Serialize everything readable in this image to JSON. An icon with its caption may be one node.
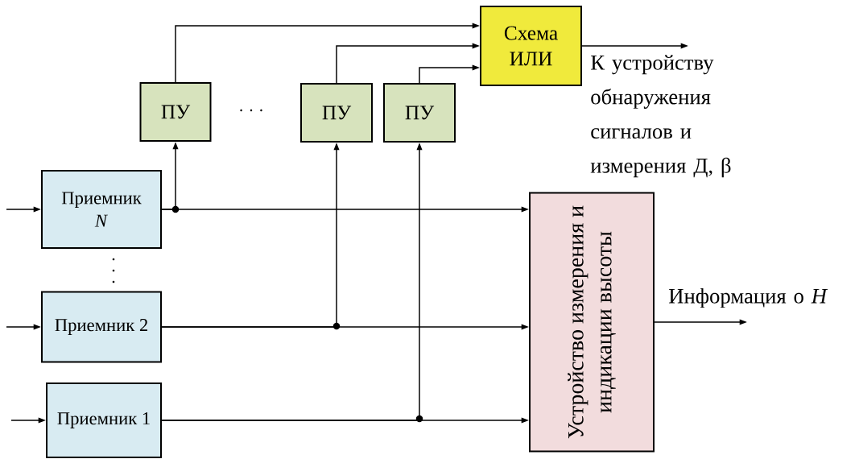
{
  "diagram": {
    "nodes": [
      {
        "text": [
          "Схема ИЛИ"
        ]
      },
      {
        "text": [
          "ПУ"
        ]
      },
      {
        "text": [
          "ПУ"
        ]
      },
      {
        "text": [
          "ПУ"
        ]
      },
      {
        "text": [
          "Приемник *N*"
        ]
      },
      {
        "text": [
          "Приемник 2"
        ]
      },
      {
        "text": [
          "Приемник 1"
        ]
      },
      {
        "text": [
          "Устройство измерения и индикации высоты"
        ]
      }
    ],
    "edges": [
      {
        "from": null,
        "to": 4,
        "arrow": "to"
      },
      {
        "from": null,
        "to": 5,
        "arrow": "to"
      },
      {
        "from": null,
        "to": 6,
        "arrow": "to"
      },
      {
        "from": 4,
        "to": 7,
        "arrow": "to"
      },
      {
        "from": 5,
        "to": 7,
        "arrow": "to"
      },
      {
        "from": 6,
        "to": 7,
        "arrow": "to"
      },
      {
        "from": 4,
        "to": 1,
        "arrow": "to"
      },
      {
        "from": 5,
        "to": 2,
        "arrow": "to"
      },
      {
        "from": 6,
        "to": 3,
        "arrow": "to"
      },
      {
        "from": 1,
        "to": 0,
        "arrow": "to"
      },
      {
        "from": 2,
        "to": 0,
        "arrow": "to"
      },
      {
        "from": 3,
        "to": 0,
        "arrow": "to"
      },
      {
        "from": 0,
        "to": null,
        "arrow": "to",
        "label": "К устройству обнаружения сигналов и измерения  Д, β"
      },
      {
        "from": 7,
        "to": null,
        "arrow": "to",
        "label": "Информация о *H*"
      }
    ],
    "labels": [
      "· · ·"
    ]
  }
}
